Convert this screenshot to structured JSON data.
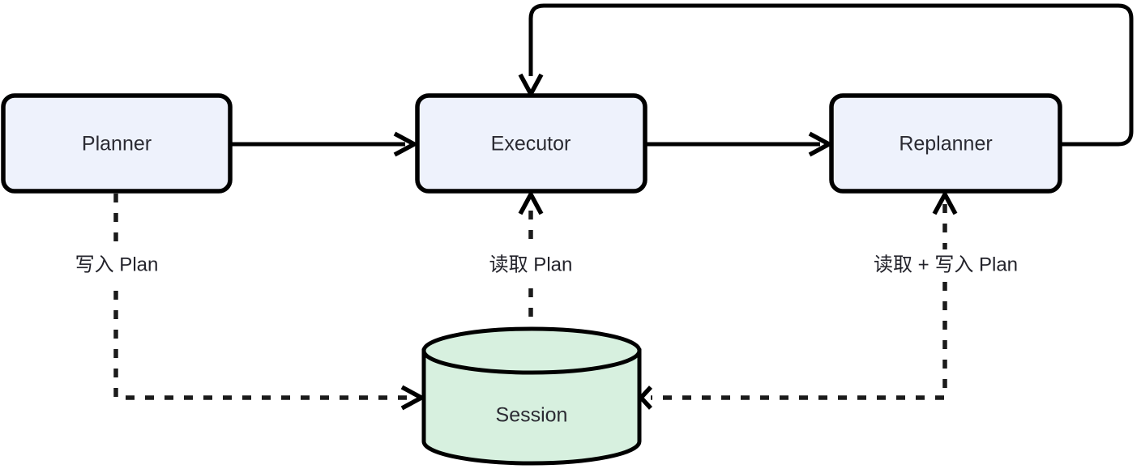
{
  "diagram": {
    "type": "flowchart",
    "title": "",
    "background_color": "#ffffff",
    "node_fill": "#eef2fc",
    "store_fill": "#d7f0df",
    "stroke_color": "#000000",
    "text_color": "#2b2b33",
    "nodes": [
      {
        "id": "planner",
        "label": "Planner",
        "shape": "rounded-rectangle"
      },
      {
        "id": "executor",
        "label": "Executor",
        "shape": "rounded-rectangle"
      },
      {
        "id": "replanner",
        "label": "Replanner",
        "shape": "rounded-rectangle"
      },
      {
        "id": "session",
        "label": "Session",
        "shape": "cylinder"
      }
    ],
    "edges": [
      {
        "id": "planner-to-executor",
        "from": "planner",
        "to": "executor",
        "style": "solid",
        "label": ""
      },
      {
        "id": "executor-to-replanner",
        "from": "executor",
        "to": "replanner",
        "style": "solid",
        "label": ""
      },
      {
        "id": "replanner-to-executor",
        "from": "replanner",
        "to": "executor",
        "style": "solid",
        "label": ""
      },
      {
        "id": "planner-to-session",
        "from": "planner",
        "to": "session",
        "style": "dashed",
        "label": "写入 Plan"
      },
      {
        "id": "session-to-executor",
        "from": "session",
        "to": "executor",
        "style": "dashed",
        "label": "读取 Plan"
      },
      {
        "id": "session-to-replanner",
        "from": "session",
        "to": "replanner",
        "style": "dashed",
        "label": "读取 + 写入 Plan"
      }
    ]
  }
}
